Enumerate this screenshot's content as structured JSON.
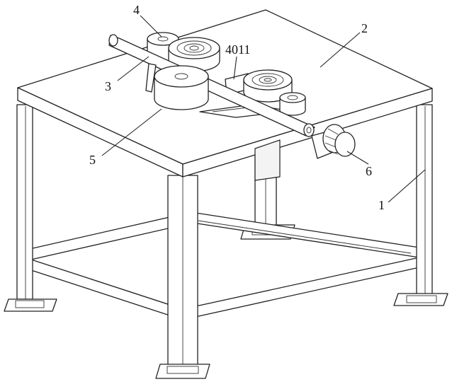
{
  "figure": {
    "labels": [
      {
        "id": "frame",
        "text": "1"
      },
      {
        "id": "tabletop",
        "text": "2"
      },
      {
        "id": "guide-roller",
        "text": "3"
      },
      {
        "id": "bending-wheel",
        "text": "4"
      },
      {
        "id": "pressing-roller",
        "text": "5"
      },
      {
        "id": "handwheel",
        "text": "6"
      },
      {
        "id": "slide-groove",
        "text": "4011"
      }
    ]
  }
}
